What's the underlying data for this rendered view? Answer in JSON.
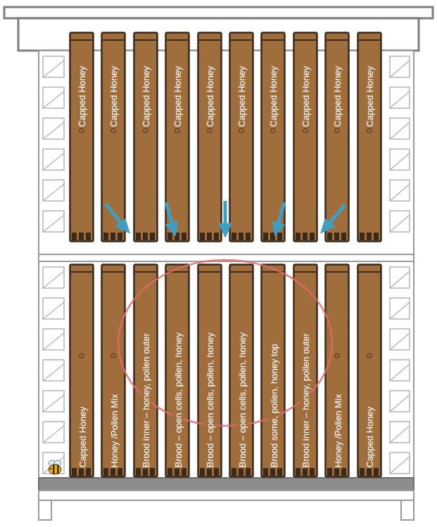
{
  "diagram": {
    "nodes": [
      {
        "text": [
          "Capped Honey"
        ]
      },
      {
        "text": [
          "Capped Honey"
        ]
      },
      {
        "text": [
          "Capped Honey"
        ]
      },
      {
        "text": [
          "Capped Honey"
        ]
      },
      {
        "text": [
          "Capped Honey"
        ]
      },
      {
        "text": [
          "Capped Honey"
        ]
      },
      {
        "text": [
          "Capped Honey"
        ]
      },
      {
        "text": [
          "Capped Honey"
        ]
      },
      {
        "text": [
          "Capped Honey"
        ]
      },
      {
        "text": [
          "Capped Honey"
        ]
      },
      {
        "text": [
          "Capped Honey"
        ]
      },
      {
        "text": [
          "Honey /Pollen Mix"
        ]
      },
      {
        "text": [
          "Brood inner – honey, pollen outer"
        ]
      },
      {
        "text": [
          "Brood – open cells, pollen, honey"
        ]
      },
      {
        "text": [
          "Brood – open cells, pollen, honey"
        ]
      },
      {
        "text": [
          "Brood – open cells, pollen, honey"
        ]
      },
      {
        "text": [
          "Brood some, pollen, honey top"
        ]
      },
      {
        "text": [
          "Brood inner – honey, pollen outer"
        ]
      },
      {
        "text": [
          "Honey /Pollen Mix"
        ]
      },
      {
        "text": [
          "Capped Honey"
        ]
      }
    ]
  }
}
